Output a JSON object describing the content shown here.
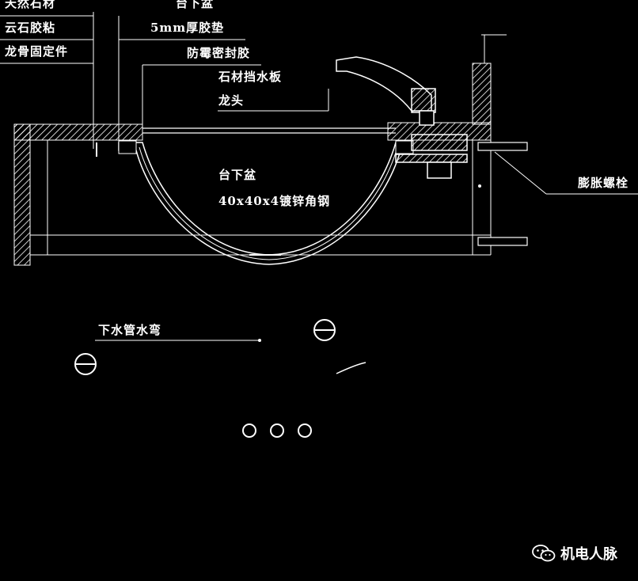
{
  "labels": {
    "top_left_1": "天然石材",
    "top_left_2": "云石胶粘",
    "top_left_3": "龙骨固定件",
    "top_mid_1": "台下盆",
    "top_mid_2": "5mm厚胶垫",
    "waterproof": "防霉密封胶",
    "stone_board": "石材挡水板",
    "faucet": "龙头",
    "basin": "台下盆",
    "steel": "40x40x4镀锌角钢",
    "anchor": "膨胀螺栓",
    "drain": "下水管水弯"
  },
  "watermark": {
    "text": "机电人脉",
    "icon": "wechat-icon"
  },
  "colors": {
    "background": "#000000",
    "line": "#ffffff",
    "text": "#ffffff"
  }
}
